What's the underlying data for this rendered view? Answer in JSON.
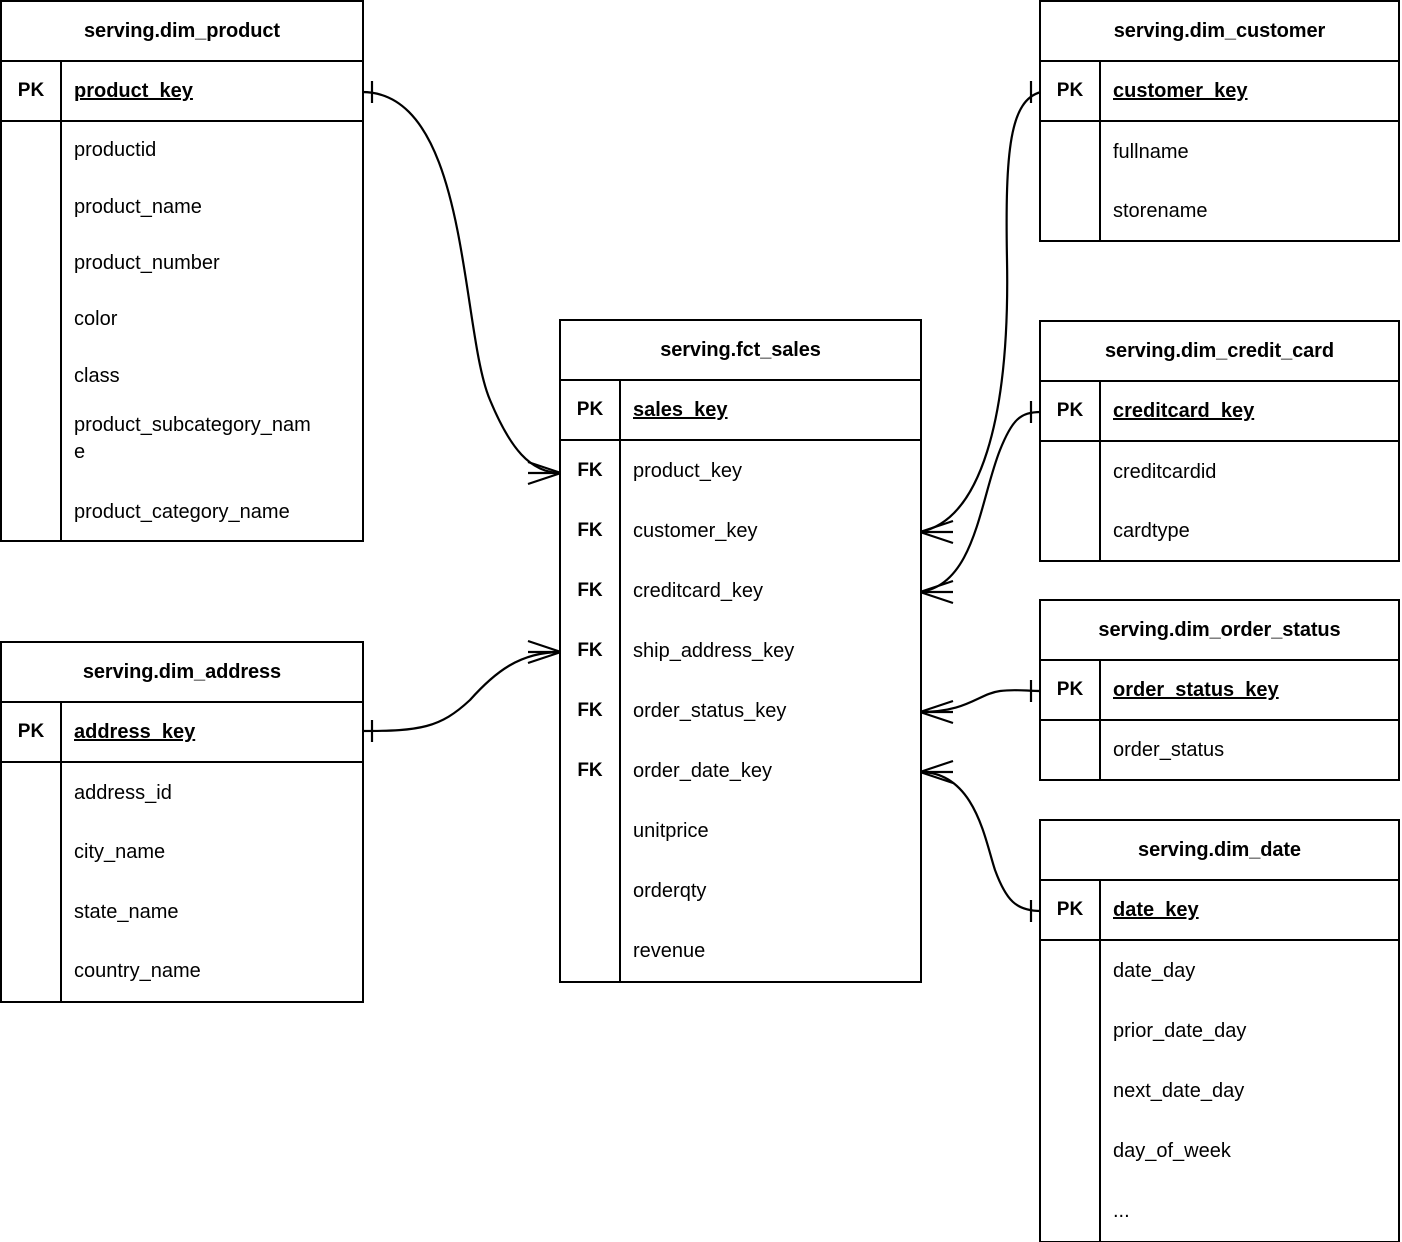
{
  "diagram": {
    "kind": "entity-relationship-diagram",
    "notation": "crow's-foot",
    "background": "#ffffff",
    "line_color": "#000000"
  },
  "key_labels": {
    "pk": "PK",
    "fk": "FK"
  },
  "entities": {
    "dim_product": {
      "title": "serving.dim_product",
      "pk_label": "PK",
      "pk_name": "product_key",
      "attributes": [
        "productid",
        "product_name",
        "product_number",
        "color",
        "class",
        "product_subcategory_name",
        "product_category_name"
      ]
    },
    "dim_address": {
      "title": "serving.dim_address",
      "pk_label": "PK",
      "pk_name": "address_key",
      "attributes": [
        "address_id",
        "city_name",
        "state_name",
        "country_name"
      ]
    },
    "fct_sales": {
      "title": "serving.fct_sales",
      "pk_label": "PK",
      "pk_name": "sales_key",
      "foreign_keys": [
        {
          "key_label": "FK",
          "name": "product_key"
        },
        {
          "key_label": "FK",
          "name": "customer_key"
        },
        {
          "key_label": "FK",
          "name": "creditcard_key"
        },
        {
          "key_label": "FK",
          "name": "ship_address_key"
        },
        {
          "key_label": "FK",
          "name": "order_status_key"
        },
        {
          "key_label": "FK",
          "name": "order_date_key"
        }
      ],
      "measures": [
        "unitprice",
        "orderqty",
        "revenue"
      ]
    },
    "dim_customer": {
      "title": "serving.dim_customer",
      "pk_label": "PK",
      "pk_name": "customer_key",
      "attributes": [
        "fullname",
        "storename"
      ]
    },
    "dim_credit_card": {
      "title": "serving.dim_credit_card",
      "pk_label": "PK",
      "pk_name": "creditcard_key",
      "attributes": [
        "creditcardid",
        "cardtype"
      ]
    },
    "dim_order_status": {
      "title": "serving.dim_order_status",
      "pk_label": "PK",
      "pk_name": "order_status_key",
      "attributes": [
        "order_status"
      ]
    },
    "dim_date": {
      "title": "serving.dim_date",
      "pk_label": "PK",
      "pk_name": "date_key",
      "attributes": [
        "date_day",
        "prior_date_day",
        "next_date_day",
        "day_of_week",
        "..."
      ]
    }
  },
  "relationships": [
    {
      "from": "dim_product",
      "from_field": "product_key",
      "to": "fct_sales",
      "to_field": "product_key",
      "from_cardinality": "one",
      "to_cardinality": "many"
    },
    {
      "from": "dim_address",
      "from_field": "address_key",
      "to": "fct_sales",
      "to_field": "ship_address_key",
      "from_cardinality": "one",
      "to_cardinality": "many"
    },
    {
      "from": "dim_customer",
      "from_field": "customer_key",
      "to": "fct_sales",
      "to_field": "customer_key",
      "from_cardinality": "one",
      "to_cardinality": "many"
    },
    {
      "from": "dim_credit_card",
      "from_field": "creditcard_key",
      "to": "fct_sales",
      "to_field": "creditcard_key",
      "from_cardinality": "one",
      "to_cardinality": "many"
    },
    {
      "from": "dim_order_status",
      "from_field": "order_status_key",
      "to": "fct_sales",
      "to_field": "order_status_key",
      "from_cardinality": "one",
      "to_cardinality": "many"
    },
    {
      "from": "dim_date",
      "from_field": "date_key",
      "to": "fct_sales",
      "to_field": "order_date_key",
      "from_cardinality": "one",
      "to_cardinality": "many"
    }
  ]
}
